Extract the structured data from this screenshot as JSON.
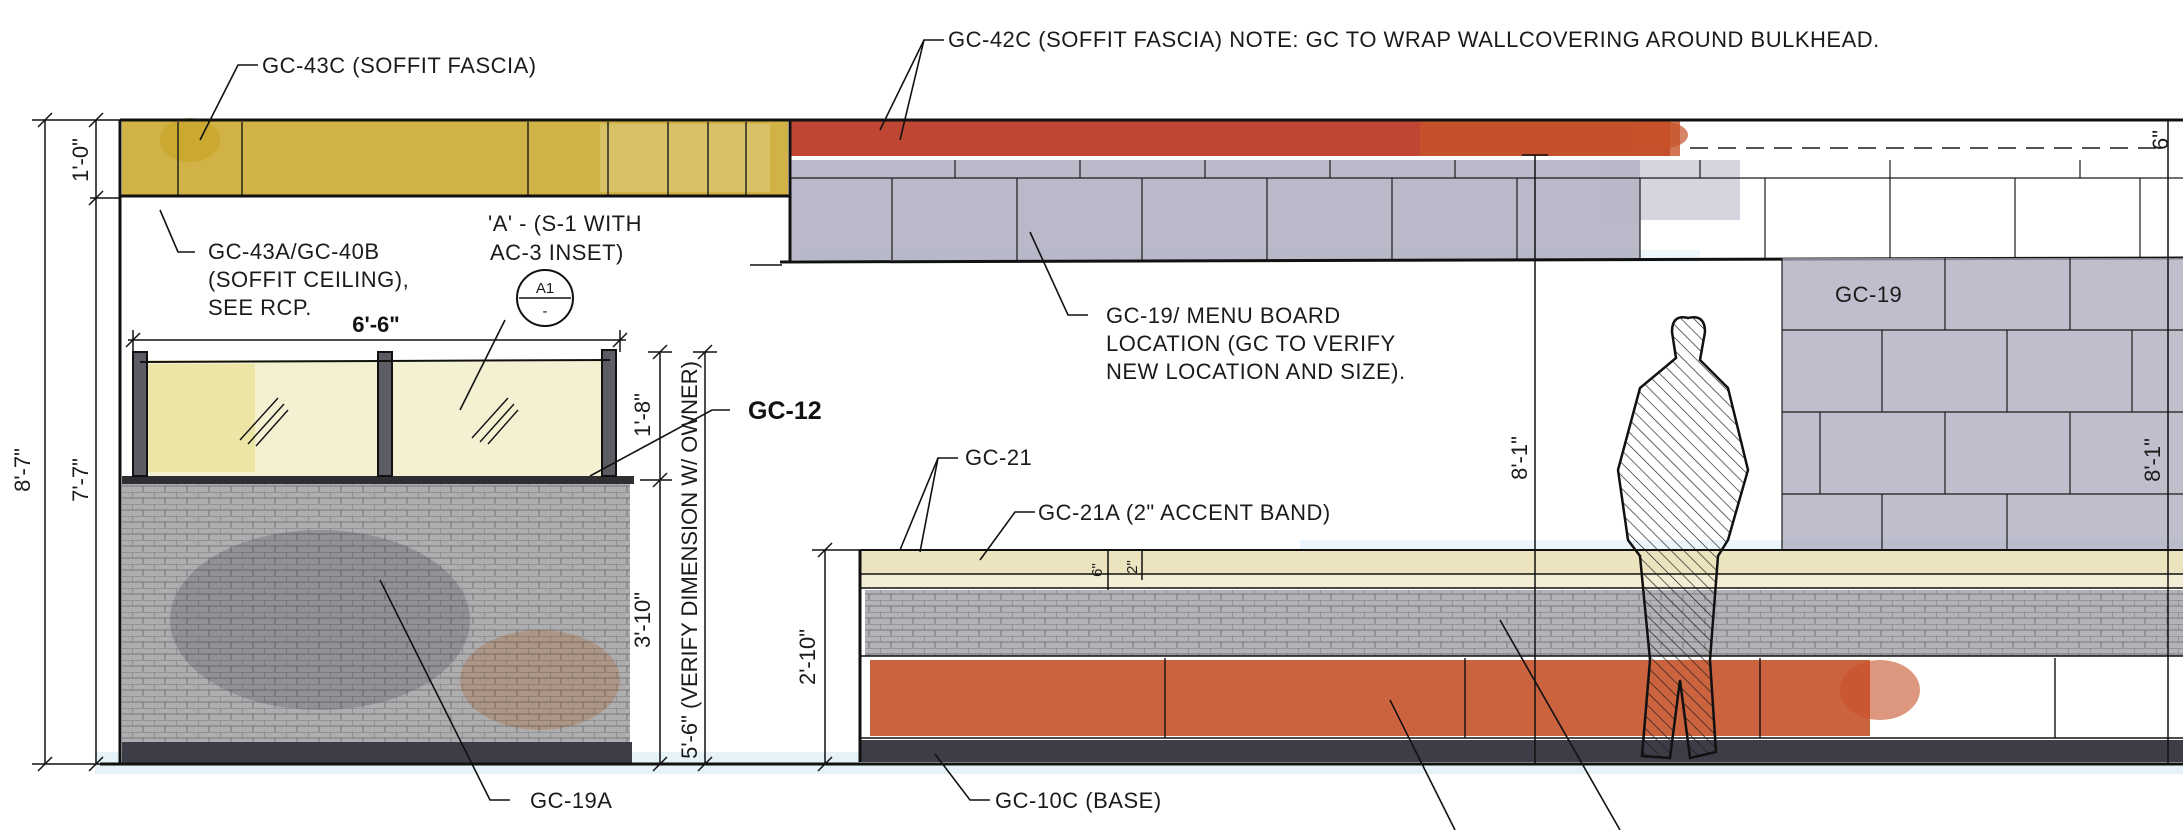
{
  "notes": {
    "gc43c": "GC-43C (SOFFIT FASCIA)",
    "gc42c": "GC-42C (SOFFIT FASCIA) NOTE: GC TO WRAP WALLCOVERING AROUND BULKHEAD.",
    "gc43a_line1": "GC-43A/GC-40B",
    "gc43a_line2": "(SOFFIT CEILING),",
    "gc43a_line3": "SEE RCP.",
    "callout_line1": "'A' - (S-1 WITH",
    "callout_line2": "AC-3 INSET)",
    "gc19_menu_line1": "GC-19/ MENU BOARD",
    "gc19_menu_line2": "LOCATION (GC TO VERIFY",
    "gc19_menu_line3": "NEW LOCATION AND SIZE).",
    "gc19": "GC-19",
    "gc12": "GC-12",
    "gc21": "GC-21",
    "gc21a": "GC-21A (2\" ACCENT BAND)",
    "gc19a": "GC-19A",
    "gc10c": "GC-10C (BASE)"
  },
  "section_marker": {
    "top": "A1",
    "bottom": "-"
  },
  "dimensions": {
    "overall_height": "8'-7\"",
    "soffit_height": "1'-0\"",
    "wall_height": "7'-7\"",
    "counter_width": "6'-6\"",
    "glass_height": "1'-8\"",
    "counter_lower": "3'-10\"",
    "counter_total": "5'-6\" (VERIFY DIMENSION W/ OWNER)",
    "ledge_height": "2'-10\"",
    "ledge_cap_1": "6\"",
    "ledge_cap_2": "2\"",
    "bulkhead_ceiling": "8'-1\"",
    "right_height": "8'-1\"",
    "fascia_offset": "6\""
  },
  "colors": {
    "ochre": "#c9a526",
    "red": "#b8321c",
    "orange": "#c7522a",
    "grey_lavender": "#a9a8bb",
    "brick_grey": "#8b8b90",
    "charcoal": "#3c3d47",
    "cream": "#ece4bf",
    "blue_wash": "#cfe7f3"
  }
}
